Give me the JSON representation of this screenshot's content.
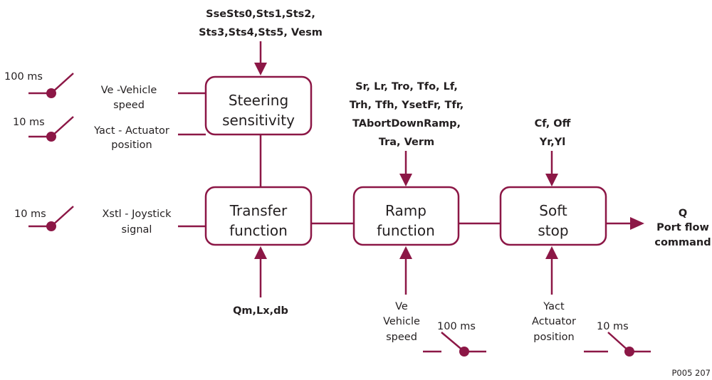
{
  "blocks": {
    "steering": {
      "line1": "Steering",
      "line2": "sensitivity"
    },
    "transfer": {
      "line1": "Transfer",
      "line2": "function"
    },
    "ramp": {
      "line1": "Ramp",
      "line2": "function"
    },
    "softstop": {
      "line1": "Soft",
      "line2": "stop"
    }
  },
  "params": {
    "steering": [
      "SseSts0,Sts1,Sts2,",
      "Sts3,Sts4,Sts5, Vesm"
    ],
    "ramp": [
      "Sr, Lr, Tro, Tfo, Lf,",
      "Trh, Tfh, YsetFr, Tfr,",
      "TAbortDownRamp,",
      "Tra, Verm"
    ],
    "softstop": [
      "Cf, Off",
      "Yr,Yl"
    ],
    "transfer": [
      "Qm,Lx,db"
    ]
  },
  "inputs": {
    "ve": {
      "rate": "100 ms",
      "line1": "Ve -Vehicle",
      "line2": "speed"
    },
    "yact": {
      "rate": "10 ms",
      "line1": "Yact - Actuator",
      "line2": "position"
    },
    "xstl": {
      "rate": "10 ms",
      "line1": "Xstl - Joystick",
      "line2": "signal"
    },
    "ramp_ve": {
      "rate": "100 ms",
      "line1": "Ve",
      "line2": "Vehicle",
      "line3": "speed"
    },
    "soft_yact": {
      "rate": "10 ms",
      "line1": "Yact",
      "line2": "Actuator",
      "line3": "position"
    }
  },
  "output": {
    "line1": "Q",
    "line2": "Port flow",
    "line3": "command"
  },
  "reference": "P005 207",
  "colors": {
    "accent": "#8c1746",
    "text": "#231f20"
  }
}
